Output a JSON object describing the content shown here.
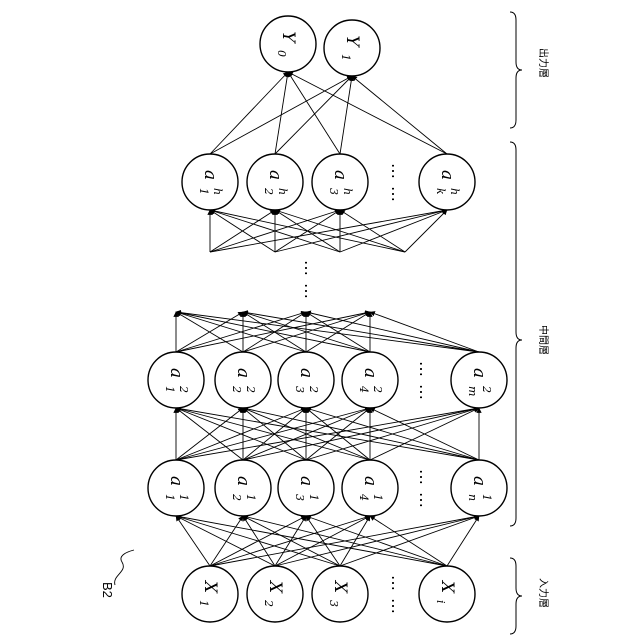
{
  "figure_label": "B2",
  "layer_labels": {
    "output": "出力層",
    "hidden": "中間層",
    "input": "入力層"
  },
  "ellipsis": "… …",
  "layers": {
    "output": [
      {
        "base": "Y",
        "sup": "",
        "sub": "0"
      },
      {
        "base": "Y",
        "sup": "",
        "sub": "1"
      }
    ],
    "hidden_top": [
      {
        "base": "a",
        "sup": "h",
        "sub": "1"
      },
      {
        "base": "a",
        "sup": "h",
        "sub": "2"
      },
      {
        "base": "a",
        "sup": "h",
        "sub": "3"
      },
      {
        "base": "a",
        "sup": "h",
        "sub": "k"
      }
    ],
    "hidden_2": [
      {
        "base": "a",
        "sup": "2",
        "sub": "1"
      },
      {
        "base": "a",
        "sup": "2",
        "sub": "2"
      },
      {
        "base": "a",
        "sup": "2",
        "sub": "3"
      },
      {
        "base": "a",
        "sup": "2",
        "sub": "4"
      },
      {
        "base": "a",
        "sup": "2",
        "sub": "m"
      }
    ],
    "hidden_1": [
      {
        "base": "a",
        "sup": "1",
        "sub": "1"
      },
      {
        "base": "a",
        "sup": "1",
        "sub": "2"
      },
      {
        "base": "a",
        "sup": "1",
        "sub": "3"
      },
      {
        "base": "a",
        "sup": "1",
        "sub": "4"
      },
      {
        "base": "a",
        "sup": "1",
        "sub": "n"
      }
    ],
    "input": [
      {
        "base": "X",
        "sup": "",
        "sub": "1"
      },
      {
        "base": "X",
        "sup": "",
        "sub": "2"
      },
      {
        "base": "X",
        "sup": "",
        "sub": "3"
      },
      {
        "base": "X",
        "sup": "",
        "sub": "i"
      }
    ]
  }
}
